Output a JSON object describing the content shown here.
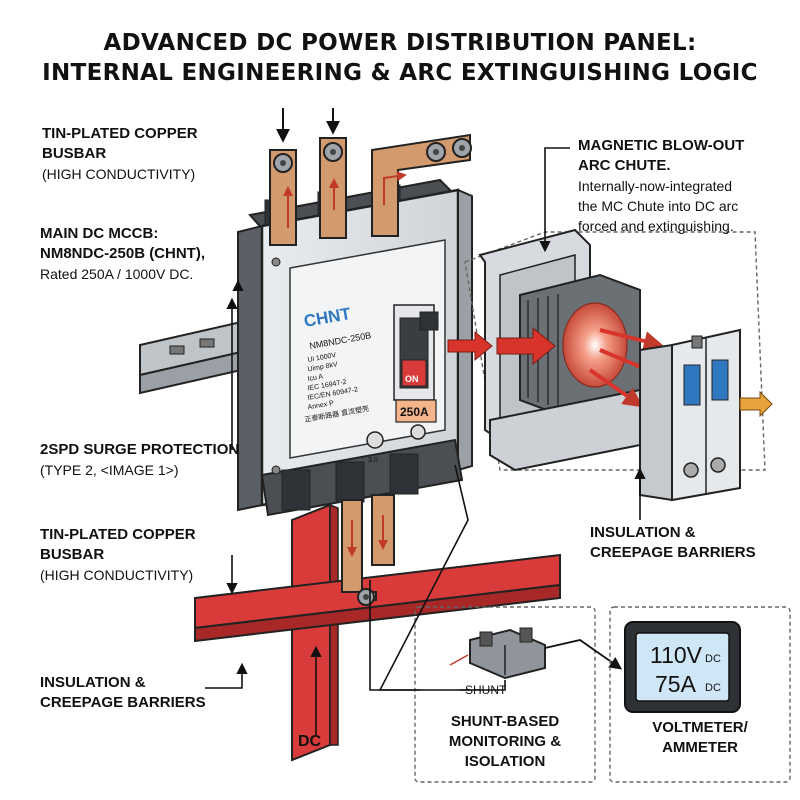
{
  "title": {
    "line1": "ADVANCED DC POWER DISTRIBUTION PANEL:",
    "line2": "INTERNAL ENGINEERING & ARC EXTINGUISHING LOGIC"
  },
  "labels": {
    "busbar_top": {
      "line1": "TIN-PLATED COPPER",
      "line2": "BUSBAR",
      "line3": "(HIGH CONDUCTIVITY)"
    },
    "mccb": {
      "line1": "MAIN DC MCCB:",
      "line2": "NM8NDC-250B (CHNT),",
      "line3": "Rated 250A / 1000V DC."
    },
    "spd": {
      "line1": "2SPD SURGE PROTECTION",
      "line2": "(TYPE 2, <IMAGE 1>)"
    },
    "busbar_bottom": {
      "line1": "TIN-PLATED COPPER",
      "line2": "BUSBAR",
      "line3": "(HIGH CONDUCTIVITY)"
    },
    "insulation_left": {
      "line1": "INSULATION &",
      "line2": "CREEPAGE BARRIERS"
    },
    "dc": "DC",
    "arc_chute": {
      "line1": "MAGNETIC BLOW-OUT",
      "line2": "ARC CHUTE.",
      "line3": "Internally-now-integrated",
      "line4": "the MC Chute into DC arc",
      "line5": "forced and extinguishing."
    },
    "insulation_right": {
      "line1": "INSULATION &",
      "line2": "CREEPAGE BARRIERS"
    },
    "shunt_tag": "SHUNT",
    "shunt": {
      "line1": "SHUNT-BASED",
      "line2": "MONITORING &",
      "line3": "ISOLATION"
    },
    "meter_label": {
      "line1": "VOLTMETER/",
      "line2": "AMMETER"
    }
  },
  "breaker": {
    "brand": "CHNT",
    "model": "NM8NDC-250B",
    "specs": [
      "Ui      1000V",
      "Uimp    8kV",
      "Icu A",
      "IEC 16947-2",
      "IEC/EN 60947-2",
      "Annex P"
    ],
    "chinese_text": "正泰断路器 直流塑壳",
    "switch_label": "ON",
    "rating": "250A",
    "dial_mark": "3.0"
  },
  "meter": {
    "voltage": "110V",
    "voltage_unit": "DC",
    "current": "75A",
    "current_unit": "DC"
  },
  "colors": {
    "copper": "#d39a6e",
    "red_bus": "#d93a3a",
    "arrow_red": "#d8342b",
    "meter_screen": "#cfe6f6"
  }
}
